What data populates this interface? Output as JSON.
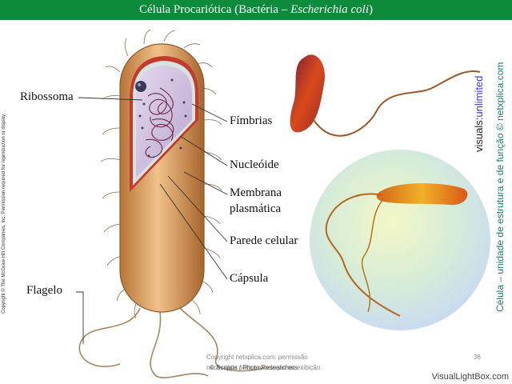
{
  "header": {
    "title_prefix": "Célula Procariótica (Bactéria – ",
    "title_species": "Escherichia coli",
    "title_suffix": ")",
    "background": "#0e8a3b"
  },
  "labels": {
    "ribosome": "Ribossoma",
    "fimbriae": "Fímbrias",
    "nucleoid": "Nucleóide",
    "membrane_line1": "Membrana",
    "membrane_line2": "plasmática",
    "cell_wall": "Parede celular",
    "capsule": "Cápsula",
    "flagellum": "Flagelo"
  },
  "credits": {
    "copyright_left": "Copyright © The McGraw-Hill Companies, Inc. Permission required for reproduction or display.",
    "visuals_prefix": "visuals:",
    "visuals_brand": "unlimited",
    "netxplica": "Célula – unidade de estrutura e de função © netxplica.com",
    "faint_line1": "Copyright netxplica.com: permissão",
    "faint_line2": "necessária para reprodução ou exibição.",
    "photo_credit": "© Scripps / Photo Researchers",
    "page_number": "36",
    "footer_brand": "VisualLightBox.com"
  },
  "colors": {
    "cell_body": "#d9a066",
    "cytoplasm": "#c8b6d8",
    "membrane_red": "#b22222",
    "ecoli_top": "#c0392b",
    "ecoli_bottom": "#e8a21a",
    "circle_glow": "#d8eecb"
  }
}
